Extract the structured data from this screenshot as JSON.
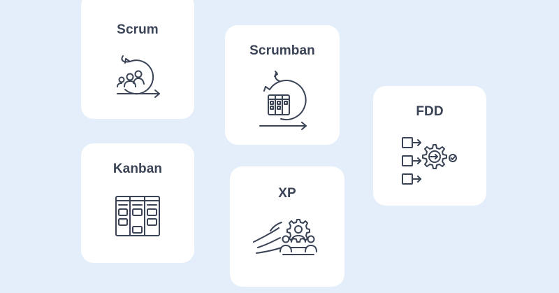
{
  "background_color": "#e3eefa",
  "card_color": "#ffffff",
  "text_color": "#3a4456",
  "cards": [
    {
      "title": "Scrum",
      "icon": "scrum-cycle-team-icon"
    },
    {
      "title": "Scrumban",
      "icon": "scrumban-cycle-board-icon"
    },
    {
      "title": "FDD",
      "icon": "fdd-feature-gear-icon"
    },
    {
      "title": "Kanban",
      "icon": "kanban-board-icon"
    },
    {
      "title": "XP",
      "icon": "xp-team-gear-speed-icon"
    }
  ]
}
